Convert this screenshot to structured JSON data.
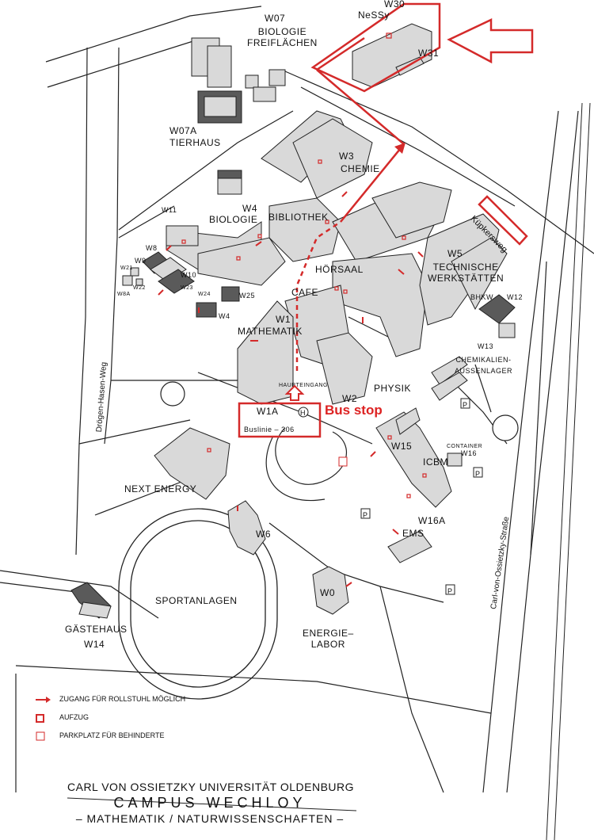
{
  "buildings": {
    "w07": "W07",
    "biologie_freiflaechen": [
      "BIOLOGIE",
      "FREIFLÄCHEN"
    ],
    "w07a": "W07A",
    "tierhaus": "TIERHAUS",
    "w30": "W30",
    "nessy": "NeSSy",
    "w31": "W31",
    "w3": "W3",
    "chemie": "CHEMIE",
    "bibliothek": "BIBLIOTHEK",
    "w4_biologie": "W4",
    "biologie": "BIOLOGIE",
    "w11": "W11",
    "w8": "W8",
    "w9": "W9",
    "w10": "W10",
    "w21": "W21",
    "w22": "W22",
    "w8a": "W8A",
    "w23": "W23",
    "w24": "W24",
    "w25": "W25",
    "w4": "W4",
    "hoersaal": "HÖRSAAL",
    "cafe": "CAFE",
    "w1": "W1",
    "mathematik": "MATHEMATIK",
    "haupteingang": "HAUPTEINGANG",
    "w5": "W5",
    "technische_werkstaetten": [
      "TECHNISCHE",
      "WERKSTÄTTEN"
    ],
    "bhkw": "BHKW",
    "w12": "W12",
    "w13": "W13",
    "chemikalienaussenlager": [
      "CHEMIKALIEN-",
      "AUSSENLAGER"
    ],
    "physik": "PHYSIK",
    "w2": "W2",
    "w1a": "W1A",
    "bus_symbol": "H",
    "buslinie": "Buslinie",
    "busline_number": "306",
    "bus_stop": "Bus stop",
    "w15": "W15",
    "icbm": "ICBM",
    "container": "CONTAINER",
    "w16": "W16",
    "next_energy": "NEXT ENERGY",
    "w6": "W6",
    "w16a": "W16A",
    "ems": "EMS",
    "w0": "W0",
    "energielabor": [
      "ENERGIE–",
      "LABOR"
    ],
    "sportanlagen": "SPORTANLAGEN",
    "gaestehaus": "GÄSTEHAUS",
    "w14": "W14",
    "parking": "P"
  },
  "streets": {
    "kuepkersweg": "Küpkersweg",
    "droegen_hasen_weg": "Drögen-Hasen-Weg",
    "carl_von_ossietzky_strasse": "Carl-von-Ossietzky-Straße"
  },
  "legend": {
    "wheelchair": "ZUGANG FÜR ROLLSTUHL MÖGLICH",
    "elevator": "AUFZUG",
    "disabled_parking": "PARKPLATZ FÜR BEHINDERTE"
  },
  "title": {
    "line1": "CARL VON OSSIETZKY UNIVERSITÄT OLDENBURG",
    "line2": "CAMPUS WECHLOY",
    "line3": "– MATHEMATIK / NATURWISSENSCHAFTEN –"
  },
  "colors": {
    "accent_red": "#d42a2a",
    "building_fill": "#d9d9d9",
    "building_dark": "#5a5a5a"
  }
}
